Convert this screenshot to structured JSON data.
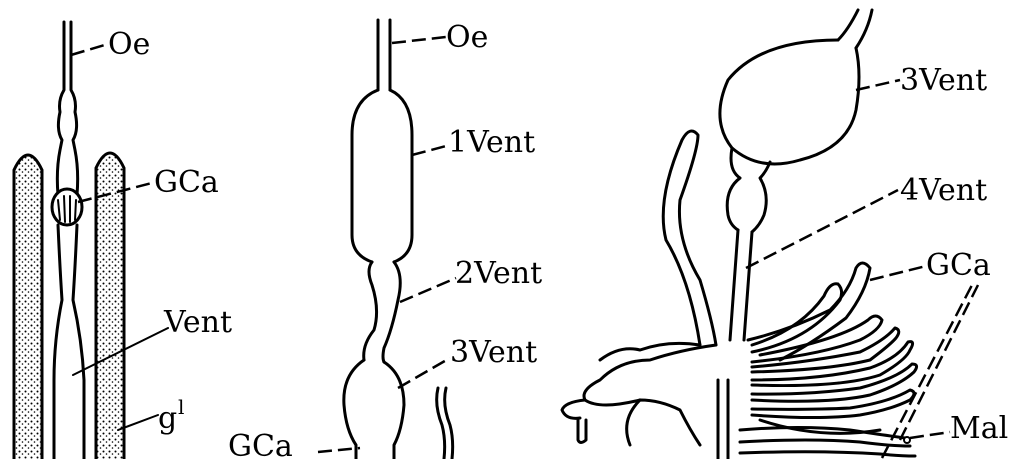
{
  "panel_left": {
    "labels": {
      "oe": "Oe",
      "gca": "GCa",
      "vent": "Vent",
      "gl": "g",
      "gl_sup": "l"
    }
  },
  "panel_middle": {
    "labels": {
      "oe": "Oe",
      "vent1": "1Vent",
      "vent2": "2Vent",
      "vent3": "3Vent",
      "gca": "GCa"
    }
  },
  "panel_right": {
    "labels": {
      "vent3": "3Vent",
      "vent4": "4Vent",
      "gca": "GCa",
      "mal": "Mal"
    }
  }
}
